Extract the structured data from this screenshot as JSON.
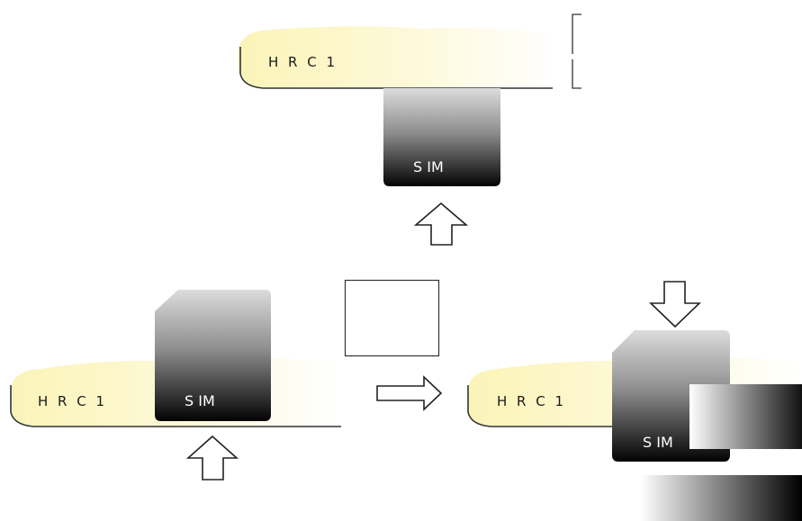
{
  "device": {
    "label": "H R C 1",
    "body_color_light": "#fbf4b8",
    "body_color_fade": "#ffffff",
    "outline_color": "#333333"
  },
  "card": {
    "label": "S  IM",
    "gradient_top": "#d9d9d9",
    "gradient_bottom": "#050505"
  },
  "steps": [
    {
      "id": "removed",
      "device_label": "H R C 1",
      "card_label": "S  IM",
      "arrow": "arrow-up"
    },
    {
      "id": "insert",
      "device_label": "H R C 1",
      "card_label": "S  IM",
      "arrow": "arrow-up"
    },
    {
      "id": "pushed",
      "device_label": "H R C 1",
      "card_label": "S  IM",
      "arrow": "arrow-down"
    }
  ],
  "transition_arrow": "arrow-right",
  "icons": [
    "arrow-up-icon",
    "arrow-right-icon",
    "arrow-down-icon"
  ]
}
